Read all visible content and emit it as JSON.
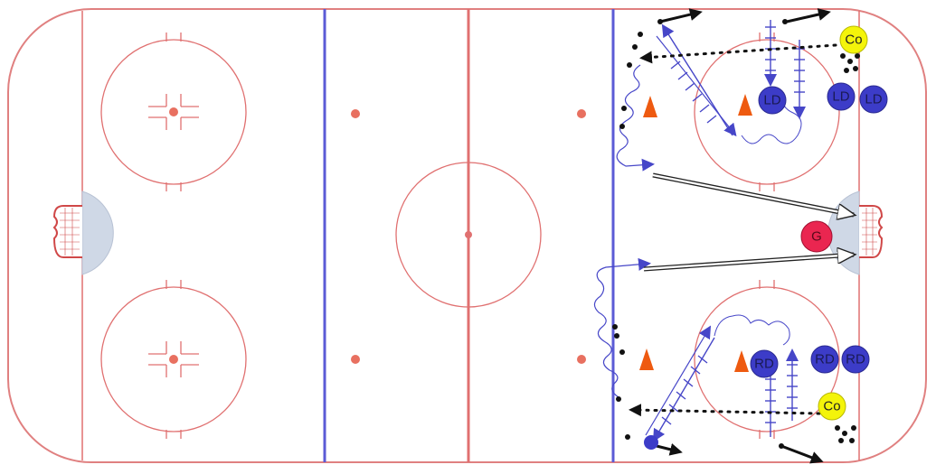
{
  "colors": {
    "board": "#e08080",
    "red_line": "#e07070",
    "blue_line": "#5b5bd6",
    "crease": "#cfd8e6",
    "net": "#d04848",
    "dot": "#e87060",
    "cone": "#ee5a10",
    "defense": "#3c3cc8",
    "coach": "#f4f40a",
    "goalie": "#ea2650",
    "skate_path": "#4646c8",
    "puck": "#111111"
  },
  "players": {
    "left_d": "LD",
    "right_d": "RD",
    "coach": "Co",
    "goalie": "G"
  }
}
